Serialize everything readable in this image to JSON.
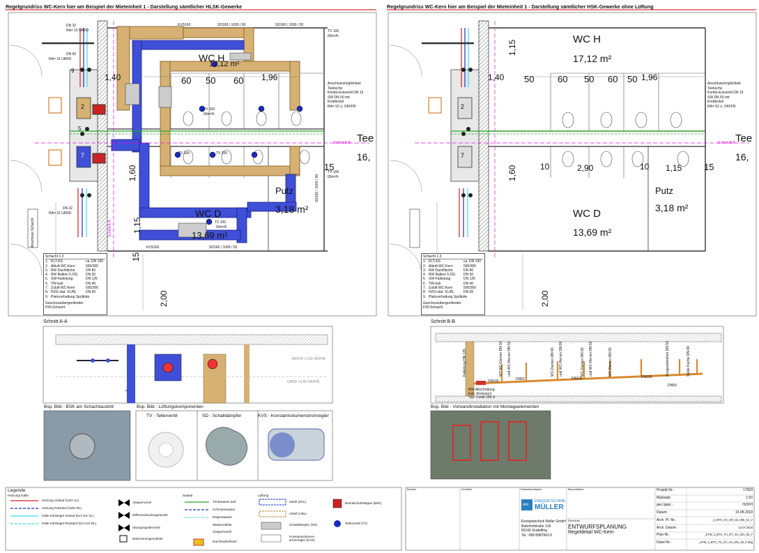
{
  "sheet": {
    "left_title": "Regelgrundriss WC-Kern hier am Beispiel der Mieteinheit 1 - Darstellung sämtlicher HLSK-Gewerke",
    "right_title": "Regelgrundriss WC-Kern hier am Beispiel der Mieteinheit 1 - Darstellung sämtlicher HSK-Gewerke ohne Lüftung"
  },
  "left_plan": {
    "room_top": "WC H",
    "area_top": "17,12 m²",
    "room_bottom": "WC D",
    "area_bottom": "13,69 m²",
    "room_putz": "Putz",
    "area_putz": "3,18 m²",
    "kvs_top": "KVS160",
    "sd_top": "SD160 / 1000 / 50",
    "sd_top2": "SD160 / 1000 / 50",
    "kvs_bottom": "KVS160",
    "sd_bottom": "SD160 / 1000 / 50",
    "sd_vertical": "SD160 / 1000 / 50",
    "dn32_top": "DN 32",
    "ra15_top": "RA= 15 UKRD",
    "dn50": "DN 50",
    "ra15_mid": "RA= 15 UKRD",
    "dn32_bot": "DN 32",
    "ra15_bot": "RA= 15 UKRD",
    "tv_top": "TV 100",
    "tv_top_flow": "60m³/h",
    "tv_right": "TV 100",
    "tv_right_flow": "60m³/h",
    "tv_items": [
      "TV 100",
      "TV 100",
      "TV 100",
      "TV 100"
    ],
    "tv_flow": "60m³/h",
    "schnitt_bb": "Schnitt B-B",
    "schnitt_aa": "Schnitt A-A",
    "teekueche": "Tee",
    "teekueche_num": "16,",
    "dim_15": "15",
    "dim_160": "1,60",
    "dim_115": "1,15",
    "dim_200": "2,00",
    "dim_60": "60",
    "dim_50": "50",
    "dim_196": "1,96",
    "dim_140": "1,40",
    "shaft_num_2": "2",
    "shaft_num_7": "7",
    "shaft_num_9": "9",
    "shaft_num_5": "5",
    "schacht_label": "Anschluss Schacht"
  },
  "anschluss_note": {
    "line1": "Anschlussmöglichkeit",
    "line2": "Teeküche",
    "line3": "Kombi-Eckventil DN 15",
    "line4": "SW DN 50 mit",
    "line5": "Enddeckel",
    "line6": "RA= 52 ü. OKFFB"
  },
  "schacht_table": {
    "title": "Schacht 1.3",
    "rows": [
      {
        "n": "1.",
        "name": "KLT-KS",
        "val": "ca. DN 100"
      },
      {
        "n": "2.",
        "name": "Abluft WC-Kern",
        "val": "500/300"
      },
      {
        "n": "3.",
        "name": "RW Dachfläche",
        "val": "DN 80"
      },
      {
        "n": "4.",
        "name": "RW Balkon 5.OG",
        "val": "DN 50"
      },
      {
        "n": "5.",
        "name": "SW-Falleitung",
        "val": "DN 125"
      },
      {
        "n": "6.",
        "name": "TW-kalt",
        "val": "DN 40"
      },
      {
        "n": "7.",
        "name": "Zuluft WC-Kern",
        "val": "500/300"
      },
      {
        "n": "8.",
        "name": "HZG-stat. VL/RL",
        "val": "DN 65"
      },
      {
        "n": "9.",
        "name": "Platzvorhaltung Spülküte",
        "val": ""
      }
    ],
    "foot1": "Geschossübergreifender",
    "foot2": "F90-Schacht"
  },
  "right_plan": {
    "room_top": "WC H",
    "area_top": "17,12 m²",
    "room_bottom": "WC D",
    "area_bottom": "13,69 m²",
    "room_putz": "Putz",
    "area_putz": "3,18 m²",
    "teekueche": "Tee",
    "teekueche_num": "16,",
    "dim_10a": "10",
    "dim_290": "2,90",
    "dim_10b": "10",
    "dim_115": "1,15",
    "dim_15": "15",
    "dim_160": "1,60",
    "dim_200": "2,00",
    "dim_140": "1,40",
    "dim_50a": "50",
    "dim_60a": "60",
    "dim_50b": "50",
    "dim_60b": "60",
    "dim_50c": "50",
    "dim_196": "1,96",
    "schnitt_bb": "Schnitt B-B"
  },
  "section_aa": {
    "title": "Schnitt A-A",
    "okffb1": "OKFFB +3,50 OKFFB",
    "okffb2": "UKRD +2,50 OKFFB"
  },
  "section_bb": {
    "title": "Schnitt B-B",
    "labels": [
      "WT WC-Damen DN 50",
      "und WC-Herren DN 50",
      "WC-Damen DN 80",
      "und WC-Herren DN 80",
      "WC-Damen DN 80",
      "und WC-Herren DN 80",
      "WC-Damen DN 80",
      "Ausgussbecken DN 50",
      "Spüle Küche DN 80"
    ],
    "dn100": "DN100",
    "dn50": "DN50",
    "fall": "Falleitung DN 125",
    "note1": "RW-Abschottung",
    "note2": "Fab. Rockwool",
    "note3": "Typ: Conlit 150 U"
  },
  "photos": {
    "bsk_title": "Bsp. Bild - BSK am Schachtaustritt",
    "lueft_title": "Bsp. Bild - Lüftungskomponenten",
    "tv_caption": "TV - Tellerventil",
    "sd_caption": "SD - Schalldämpfer",
    "kvs_caption": "KVS - Konstantvolumenstromregler",
    "vw_title": "Bsp. Bild - Vorwandinstallation mit Montageelementen"
  },
  "legend": {
    "title": "Legende",
    "heating_title": "Heizung/ Kälte",
    "heating": [
      "Heizung Vorlauf (HZG VL)",
      "Heizung Rücklauf (HZG RL)",
      "Kälte Kühlsegel Vorlauf (KLT-KS VL)",
      "Kälte Kühlsegel Rücklauf (KLT-KS RL)"
    ],
    "valves": [
      "Absperrventil",
      "Differenzdruckregelventil",
      "Strangregulierventil",
      "Wärmemengenzähler"
    ],
    "sanitaer_title": "Sanitär",
    "sanitaer": [
      "Trinkwasser kalt",
      "Schmutzwasser",
      "Regenwasser",
      "Wasserzähler",
      "Absperrventil",
      "Durchlauferhitzer"
    ],
    "lueftung_title": "Lüftung",
    "lueftung": [
      "Zuluft (ZUL)",
      "Abluft (ABL)",
      "Schalldämpfer (SD)",
      "Konstantvolumen-stromregler (KVS)"
    ],
    "bsk": "Brandschutzklappe (BSK)",
    "tv": "Tellerventil (TV)"
  },
  "titleblock": {
    "bauherr": "Bauherr",
    "architekt": "Architekt",
    "entwurfsverfasser": "Entwurfsverfasser",
    "bauvorhaben": "Bauvorhaben",
    "company": "Energietechnik Müller GmbH",
    "street": "Bahnhofstraße 106",
    "city": "82166 Gräfelfing",
    "tel": "Tel.: 089 8987862-0",
    "logo_word": "ENERGIETECHNIK",
    "logo_name": "MÜLLER",
    "logo_mark": "etm",
    "planinhalt": "Planinhalt",
    "plan_title": "ENTWURFSPLANUNG",
    "plan_sub": "Regeldetail WC-Kern",
    "fields": [
      {
        "k": "Projekt-Nr.:",
        "v": "17009"
      },
      {
        "k": "Maßstab:",
        "v": "1:50"
      },
      {
        "k": "gez./gepr.:",
        "v": "HZ/FH"
      },
      {
        "k": "Datum:",
        "v": "15.08.2018"
      },
      {
        "k": "Arch. Pl.-Nr.:",
        "v": "_4_BTX_XX_GR_02_005_01_V"
      },
      {
        "k": "Arch. Datum:",
        "v": "13.07.2018"
      },
      {
        "k": "Plan-Nr.:",
        "v": "_ETM_3_BTX_TH_DT_XX_001_00_F"
      },
      {
        "k": "Datei-Nr.:",
        "v": "_ETM_3_BTX_TH_DT_XX_001_00_F.dwg"
      }
    ]
  },
  "colors": {
    "supply_air": "#3f4fd8",
    "exhaust_air": "#d7b173",
    "drinking": "#22aa22",
    "heating_vl": "#cc2222",
    "magenta": "#e010e0",
    "cooling": "#33dddd"
  }
}
